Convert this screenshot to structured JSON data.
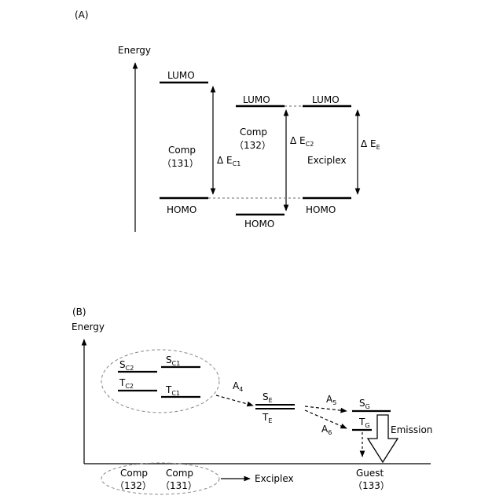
{
  "panel_a": {
    "label": "(A)",
    "axis_label": "Energy",
    "comp131": {
      "name": "Comp",
      "number": "（131）",
      "lumo": "LUMO",
      "homo": "HOMO"
    },
    "comp132": {
      "name": "Comp",
      "number": "（132）",
      "lumo": "LUMO",
      "homo": "HOMO"
    },
    "exciplex": {
      "name": "Exciplex",
      "lumo": "LUMO",
      "homo": "HOMO"
    },
    "gaps": {
      "c1": {
        "main": "Δ E",
        "sub": "C1"
      },
      "c2": {
        "main": "Δ E",
        "sub": "C2"
      },
      "e": {
        "main": "Δ E",
        "sub": "E"
      }
    }
  },
  "panel_b": {
    "label": "(B)",
    "axis_label": "Energy",
    "levels": {
      "sc2": {
        "main": "S",
        "sub": "C2"
      },
      "sc1": {
        "main": "S",
        "sub": "C1"
      },
      "tc2": {
        "main": "T",
        "sub": "C2"
      },
      "tc1": {
        "main": "T",
        "sub": "C1"
      },
      "se": {
        "main": "S",
        "sub": "E"
      },
      "te": {
        "main": "T",
        "sub": "E"
      },
      "sg": {
        "main": "S",
        "sub": "G"
      },
      "tg": {
        "main": "T",
        "sub": "G"
      }
    },
    "transfers": {
      "a4": {
        "main": "A",
        "sub": "4"
      },
      "a5": {
        "main": "A",
        "sub": "5"
      },
      "a6": {
        "main": "A",
        "sub": "6"
      }
    },
    "emission": "Emission",
    "bottom": {
      "comp132": {
        "name": "Comp",
        "number": "（132）"
      },
      "comp131": {
        "name": "Comp",
        "number": "（131）"
      },
      "exciplex": "Exciplex",
      "guest": {
        "name": "Guest",
        "number": "（133）"
      }
    }
  }
}
